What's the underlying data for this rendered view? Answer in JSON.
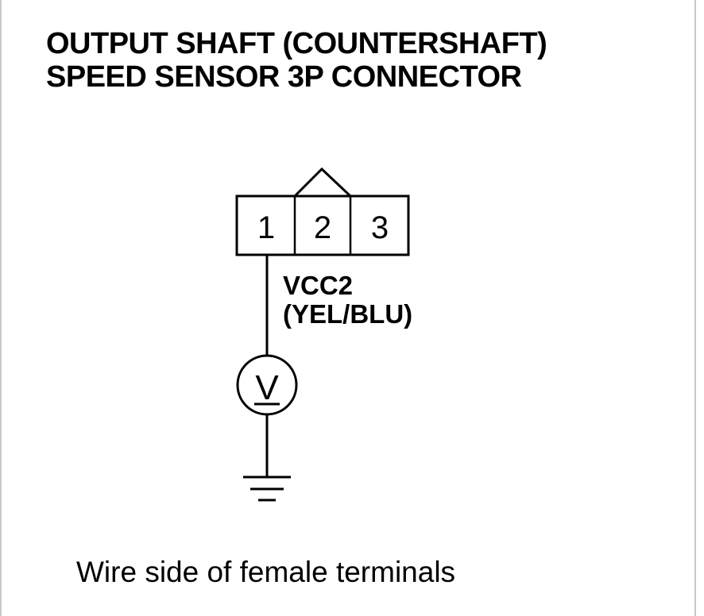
{
  "title": {
    "line1": "OUTPUT SHAFT (COUNTERSHAFT)",
    "line2": "SPEED SENSOR 3P CONNECTOR"
  },
  "connector": {
    "terminals": [
      "1",
      "2",
      "3"
    ]
  },
  "wire": {
    "signal": "VCC2",
    "color": "(YEL/BLU)"
  },
  "meter": {
    "symbol": "V"
  },
  "caption": "Wire side of female terminals"
}
